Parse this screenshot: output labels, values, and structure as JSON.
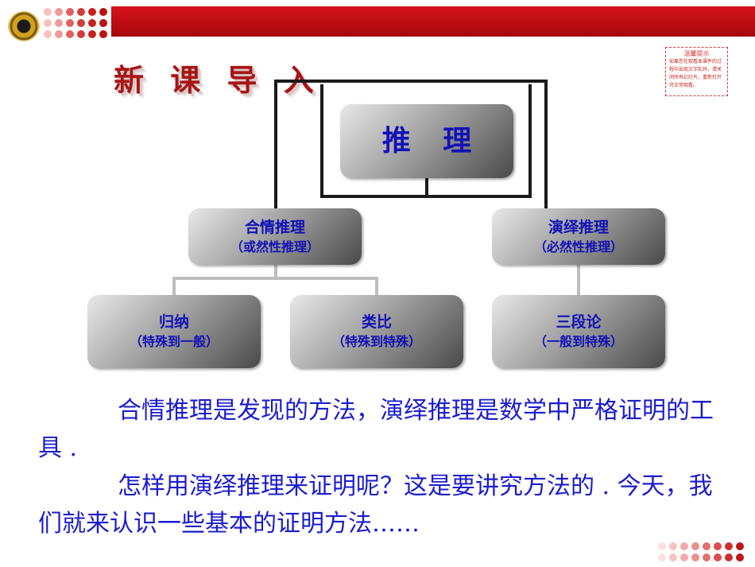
{
  "header": {
    "title": "新 课 导 入"
  },
  "notice": {
    "title": "温馨提示",
    "text": "如果您在观看本课件的过程中出现文字乱码，请关闭所有幻灯片，重新打开可正常观看。"
  },
  "diagram": {
    "top": "推 理",
    "inductive": {
      "label": "合情推理",
      "sub": "（或然性推理）"
    },
    "deductive": {
      "label": "演绎推理",
      "sub": "（必然性推理）"
    },
    "induction": {
      "label": "归纳",
      "sub": "（特殊到一般）"
    },
    "analogy": {
      "label": "类比",
      "sub": "（特殊到特殊）"
    },
    "syllogism": {
      "label": "三段论",
      "sub": "（一般到特殊）"
    }
  },
  "paragraphs": [
    "合情推理是发现的方法，演绎推理是数学中严格证明的工具 .",
    "怎样用演绎推理来证明呢？这是要讲究方法的 . 今天，我们就来认识一些基本的证明方法……"
  ],
  "colors": {
    "brand_red": "#c8101a",
    "text_blue": "#1c1ccc",
    "title_red": "#a81515"
  }
}
